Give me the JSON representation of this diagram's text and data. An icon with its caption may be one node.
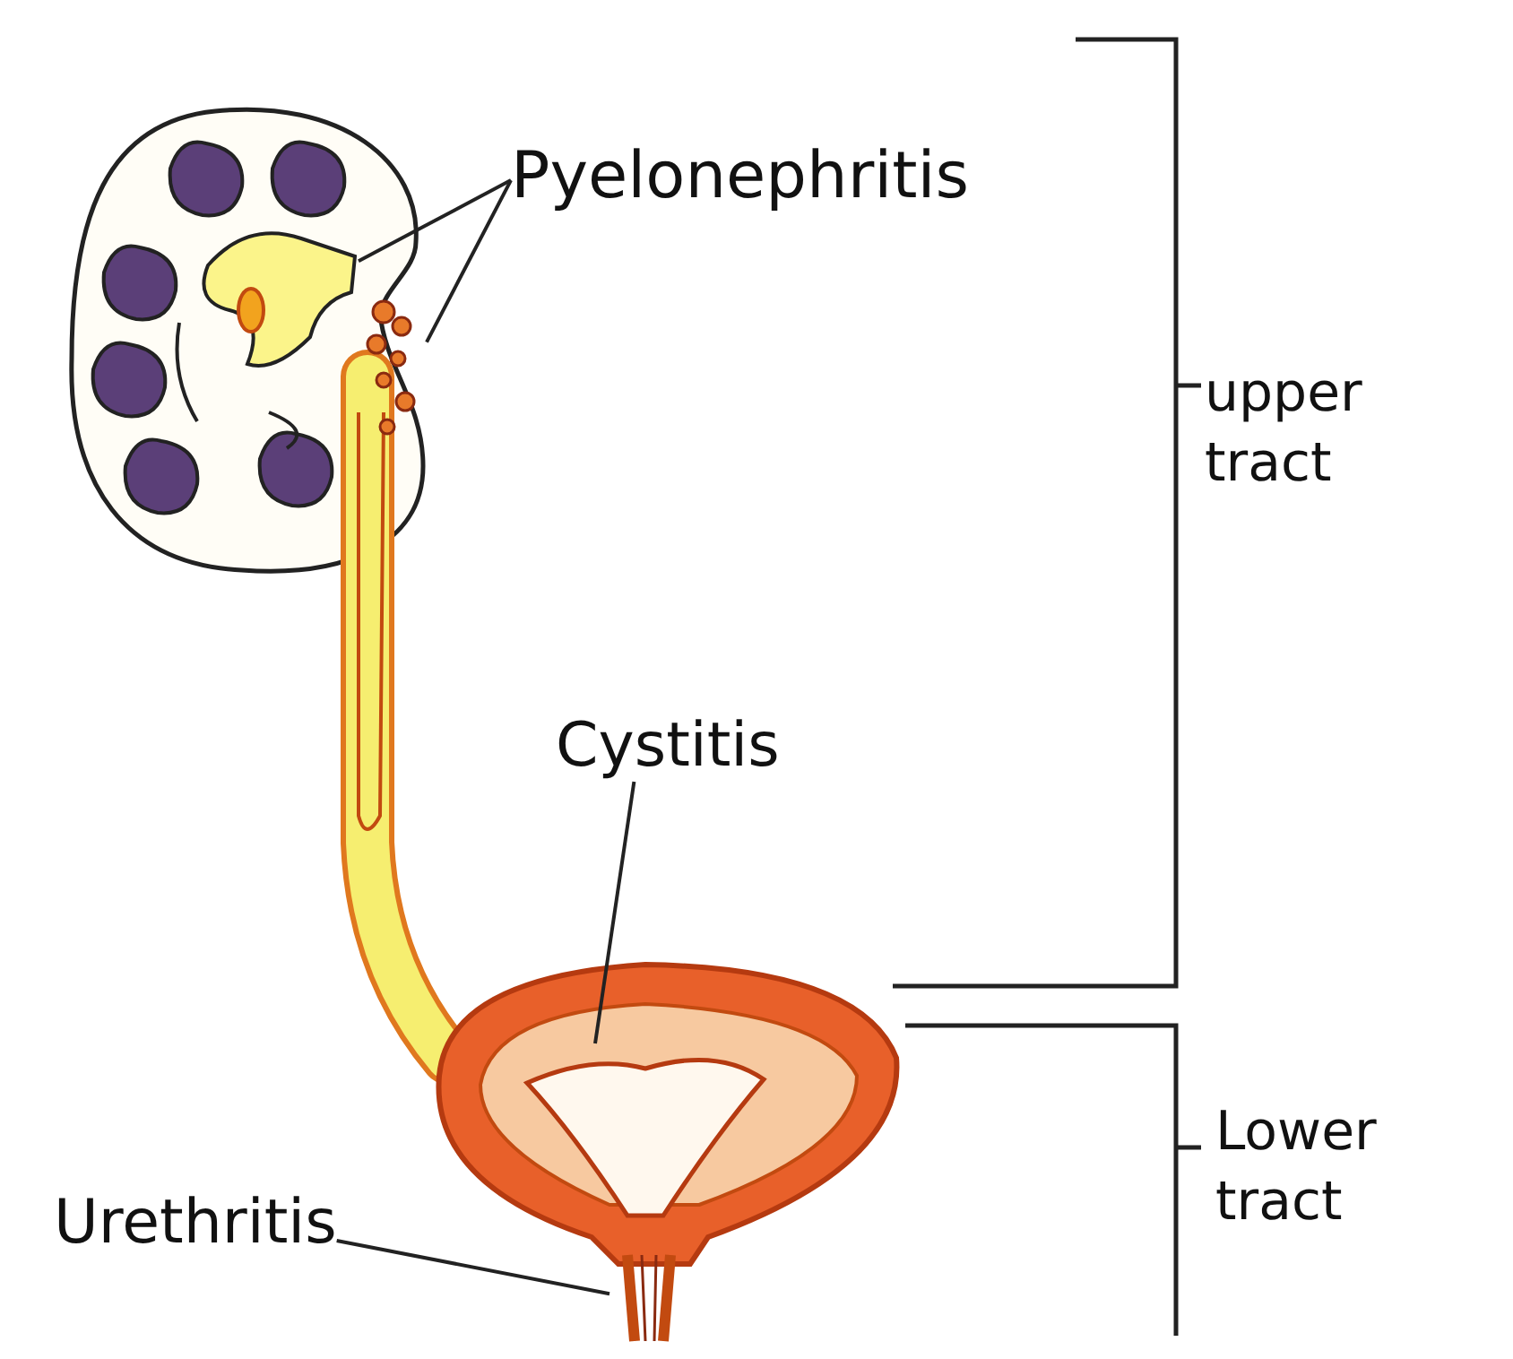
{
  "diagram": {
    "nodes": [
      {
        "text": [
          "Pyelonephritis"
        ]
      },
      {
        "text": [],
        "shape": "picture"
      },
      {
        "text": [],
        "shape": "picture"
      },
      {
        "text": [
          "Cystitis"
        ]
      },
      {
        "text": [],
        "shape": "picture"
      },
      {
        "text": [
          "Urethritis"
        ]
      },
      {
        "text": [],
        "shape": "picture"
      }
    ],
    "edges": [
      {
        "from": 0,
        "to": 1,
        "arrow": "none"
      },
      {
        "from": 0,
        "to": 2,
        "arrow": "none"
      },
      {
        "from": 3,
        "to": 4,
        "arrow": "none"
      },
      {
        "from": 5,
        "to": 6,
        "arrow": "none"
      }
    ],
    "labels": [
      "upper tract",
      "Lower tract"
    ]
  }
}
